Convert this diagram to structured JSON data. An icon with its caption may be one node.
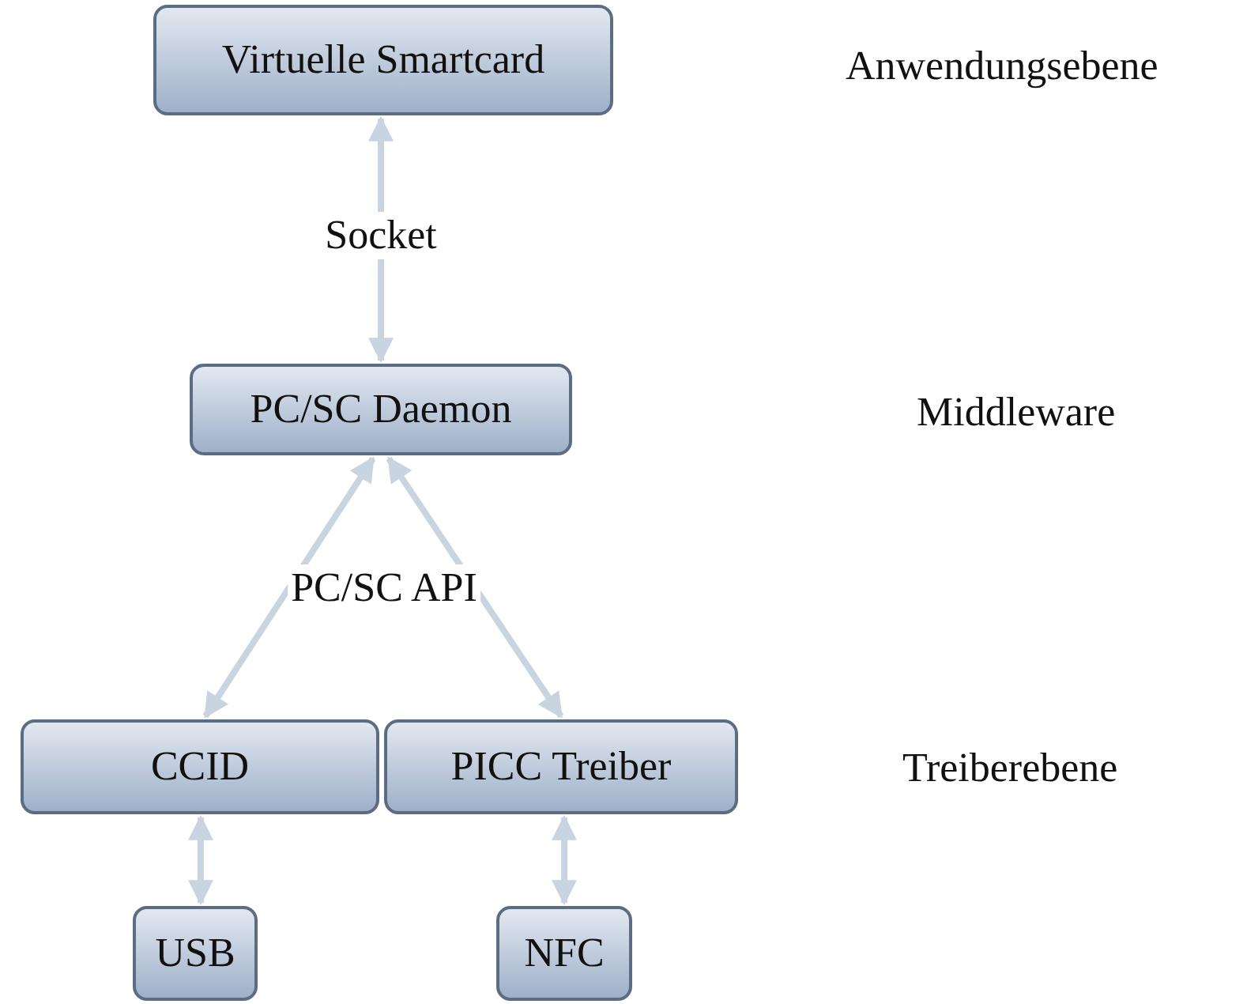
{
  "diagram": {
    "nodes": [
      {
        "text": [
          "Virtuelle Smartcard"
        ]
      },
      {
        "text": [
          "PC/SC Daemon"
        ]
      },
      {
        "text": [
          "CCID"
        ]
      },
      {
        "text": [
          "PICC Treiber"
        ]
      },
      {
        "text": [
          "USB"
        ]
      },
      {
        "text": [
          "NFC"
        ]
      }
    ],
    "edges": [
      {
        "from": 0,
        "to": 1,
        "arrow": "both",
        "label": "Socket"
      },
      {
        "from": 1,
        "to": 2,
        "arrow": "both",
        "label": "PC/SC API"
      },
      {
        "from": 1,
        "to": 3,
        "arrow": "both"
      },
      {
        "from": 2,
        "to": 4,
        "arrow": "both"
      },
      {
        "from": 3,
        "to": 5,
        "arrow": "both"
      }
    ],
    "labels": [
      "Anwendungsebene",
      "Middleware",
      "Treiberebene"
    ]
  }
}
